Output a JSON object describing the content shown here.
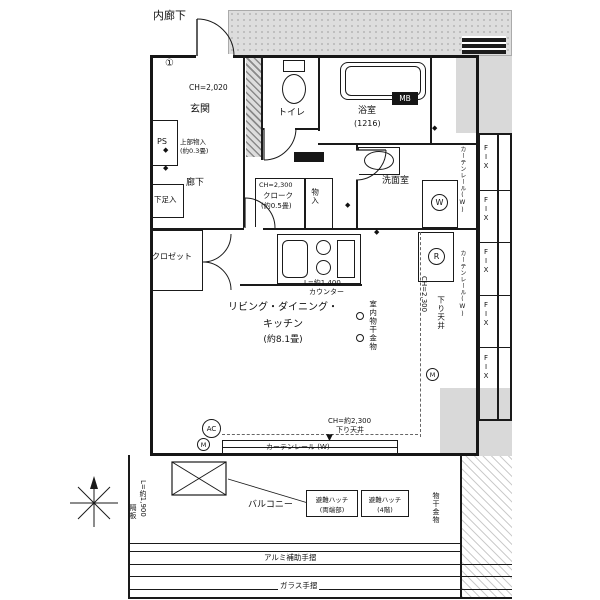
{
  "colors": {
    "line": "#1a1a1a",
    "gray_fill": "#d9d9d9",
    "hatch_gray": "#bdbdbd"
  },
  "labels": {
    "inner_corridor": "内廊下",
    "ch_entrance": "CH=2,020",
    "genkan": "玄関",
    "ps": "PS",
    "note_upper": "上部物入",
    "note_upper_size": "(約0.3畳)",
    "rouka": "廊下",
    "getabako": "下足入",
    "ch_cloak": "CH=2,300",
    "cloak": "クローク",
    "cloak_size": "(約0.5畳)",
    "monoiri": "物入",
    "toilet": "トイレ",
    "bath": "浴室",
    "bath_size": "(1216)",
    "mb": "MB",
    "senmen": "洗面室",
    "washer": "W",
    "fridge": "R",
    "closet": "クロゼット",
    "counter_len": "L=約1,400",
    "counter": "カウンター",
    "ldk1": "リビング・ダイニング・",
    "ldk2": "キッチン",
    "ldk3": "(約8.1畳)",
    "monohoshi": "室内物干金物",
    "ch_ldk": "CH=2,300",
    "sagari": "下り天井",
    "ch_ldk2": "CH=約2,300",
    "sagari2": "下り天井",
    "curtain": "カーテンレール (W)",
    "curtain_v1": "カーテンレール(W)",
    "curtain_v2": "カーテンレール(W)",
    "ac": "AC",
    "m": "M",
    "balcony": "バルコニー",
    "hatch1_l1": "避難ハッチ",
    "hatch1_l2": "(両端部)",
    "hatch2_l1": "避難ハッチ",
    "hatch2_l2": "(4階)",
    "kakuita": "隔板",
    "balcony_len": "L=約1,900",
    "alumi_rail": "アルミ補助手摺",
    "glass_rail": "ガラス手摺",
    "fix": "FIX",
    "monohoshi_b": "物干金物"
  },
  "icons": {
    "diamond": "◆",
    "triangle_down": "▼",
    "circled_one": "①"
  }
}
